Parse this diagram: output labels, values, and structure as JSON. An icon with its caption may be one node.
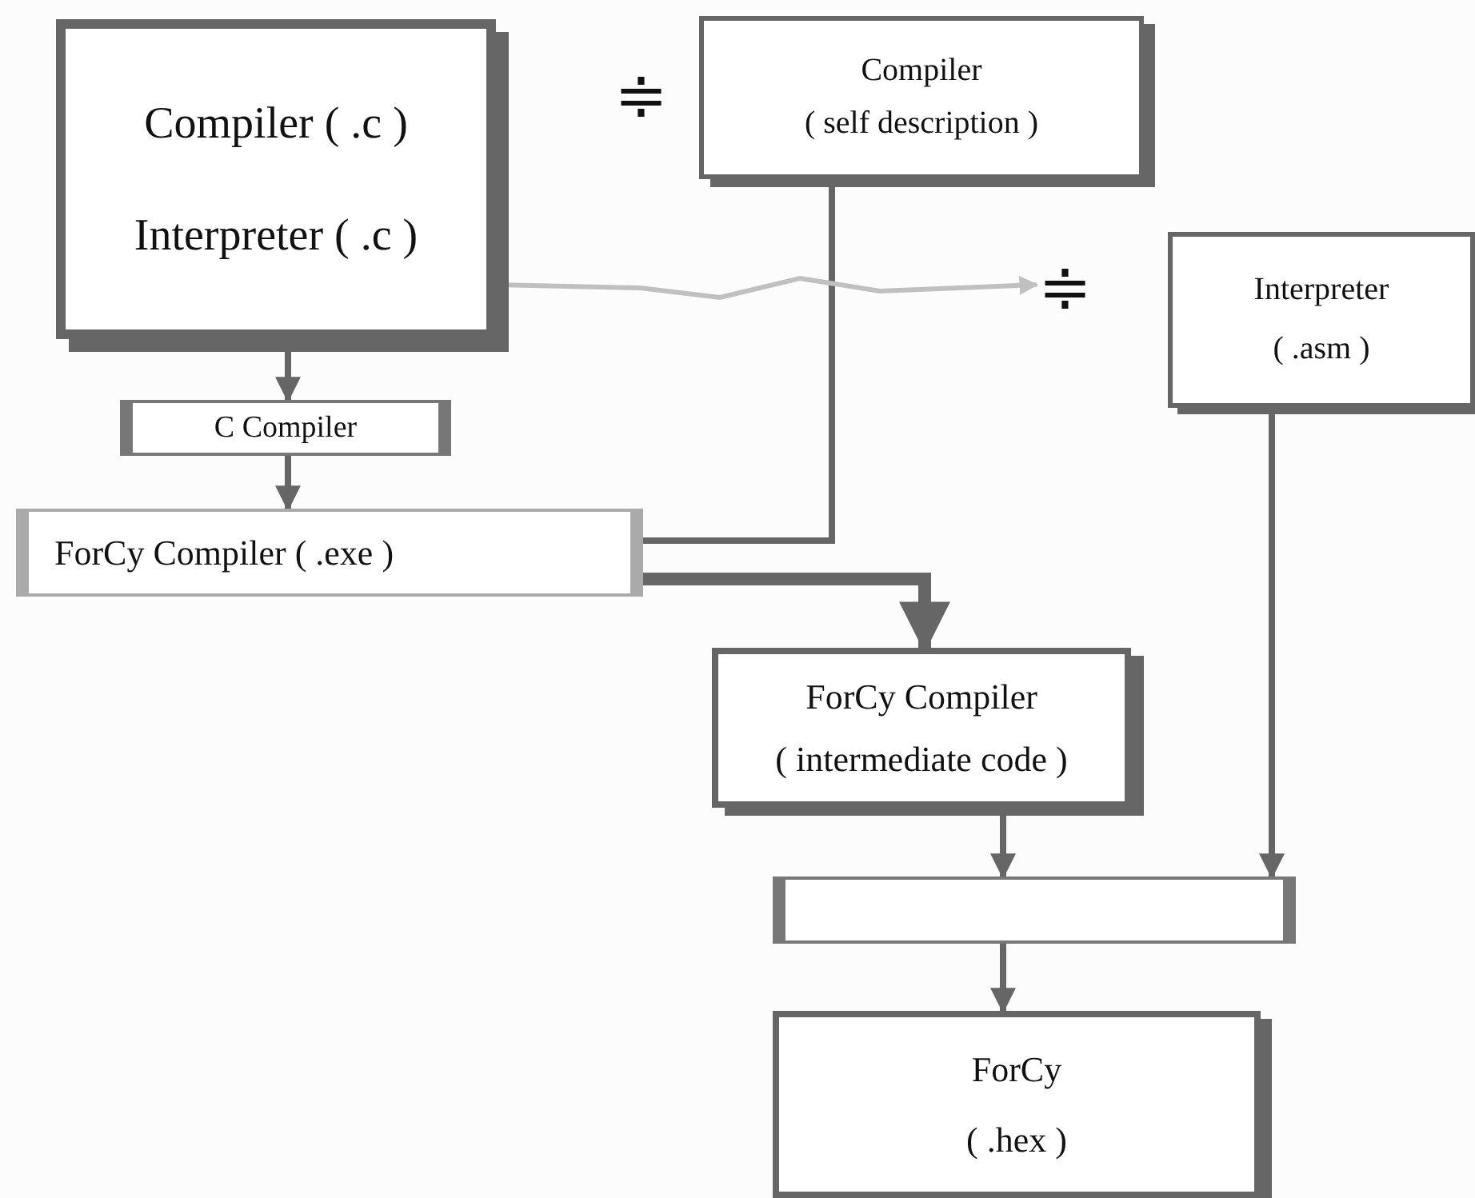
{
  "diagram": {
    "nodes": [
      {
        "text": [
          "Compiler ( .c )",
          "Interpreter ( .c )"
        ]
      },
      {
        "text": [
          "Compiler",
          "( self description )"
        ]
      },
      {
        "text": [
          "Interpreter",
          "( .asm )"
        ]
      },
      {
        "text": [
          "C Compiler"
        ]
      },
      {
        "text": [
          "ForCy Compiler ( .exe )"
        ]
      },
      {
        "text": [
          "ForCy Compiler",
          "( intermediate code )"
        ]
      },
      {
        "text": [],
        "shape": "box"
      },
      {
        "text": [
          "ForCy",
          "( .hex )"
        ]
      },
      {
        "text": [
          "≑"
        ]
      }
    ],
    "edges": [
      {
        "from": 0,
        "to": 3,
        "arrow": "to"
      },
      {
        "from": 3,
        "to": 4,
        "arrow": "to"
      },
      {
        "from": 1,
        "to": 4,
        "arrow": "none"
      },
      {
        "from": 4,
        "to": 5,
        "arrow": "to",
        "style": "thick"
      },
      {
        "from": 2,
        "to": 6,
        "arrow": "to"
      },
      {
        "from": 5,
        "to": 6,
        "arrow": "to"
      },
      {
        "from": 6,
        "to": 7,
        "arrow": "to"
      },
      {
        "from": 0,
        "to": 8,
        "arrow": "to",
        "color": "#c0c0c0"
      }
    ],
    "labels": [
      "≑"
    ]
  }
}
